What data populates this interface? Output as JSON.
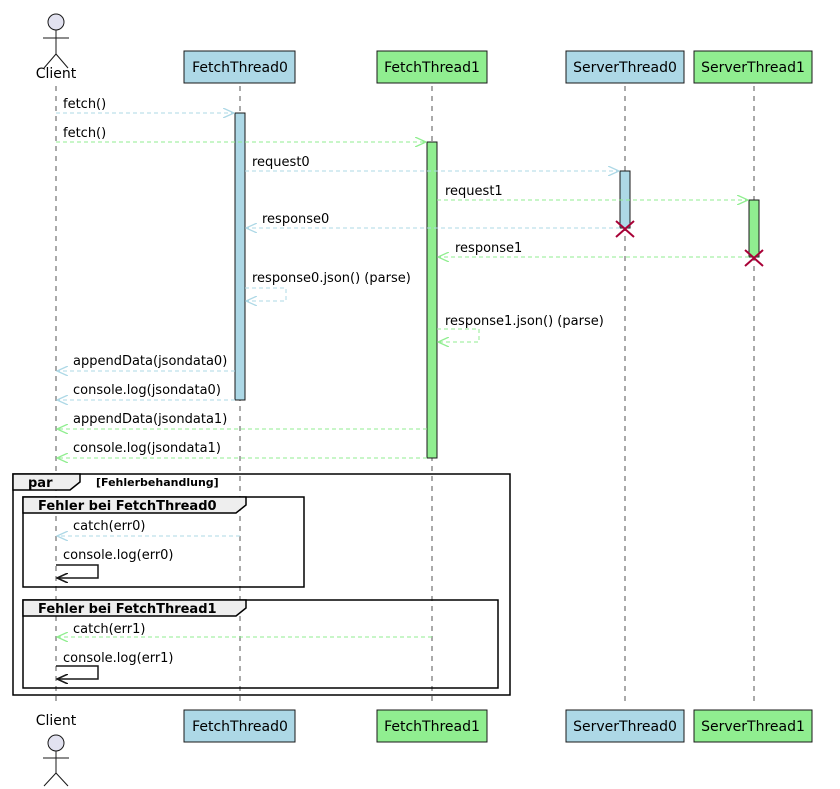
{
  "colors": {
    "blue": "#ADD8E6",
    "green": "#90EE90",
    "actor_fill": "#E2E2F0",
    "destroy": "#A80036",
    "frame_title_bg": "#EEEEEE",
    "stroke": "#181818",
    "lifeline": "#555555"
  },
  "participants": {
    "client": "Client",
    "fetch0": "FetchThread0",
    "fetch1": "FetchThread1",
    "server0": "ServerThread0",
    "server1": "ServerThread1"
  },
  "messages": [
    "fetch()",
    "fetch()",
    "request0",
    "request1",
    "response0",
    "response1",
    "response0.json() (parse)",
    "response1.json() (parse)",
    "appendData(jsondata0)",
    "console.log(jsondata0)",
    "appendData(jsondata1)",
    "console.log(jsondata1)",
    "catch(err0)",
    "console.log(err0)",
    "catch(err1)",
    "console.log(err1)"
  ],
  "frames": {
    "par": {
      "title": "par",
      "guard": "[Fehlerbehandlung]"
    },
    "err0": {
      "title": "Fehler bei FetchThread0"
    },
    "err1": {
      "title": "Fehler bei FetchThread1"
    }
  }
}
